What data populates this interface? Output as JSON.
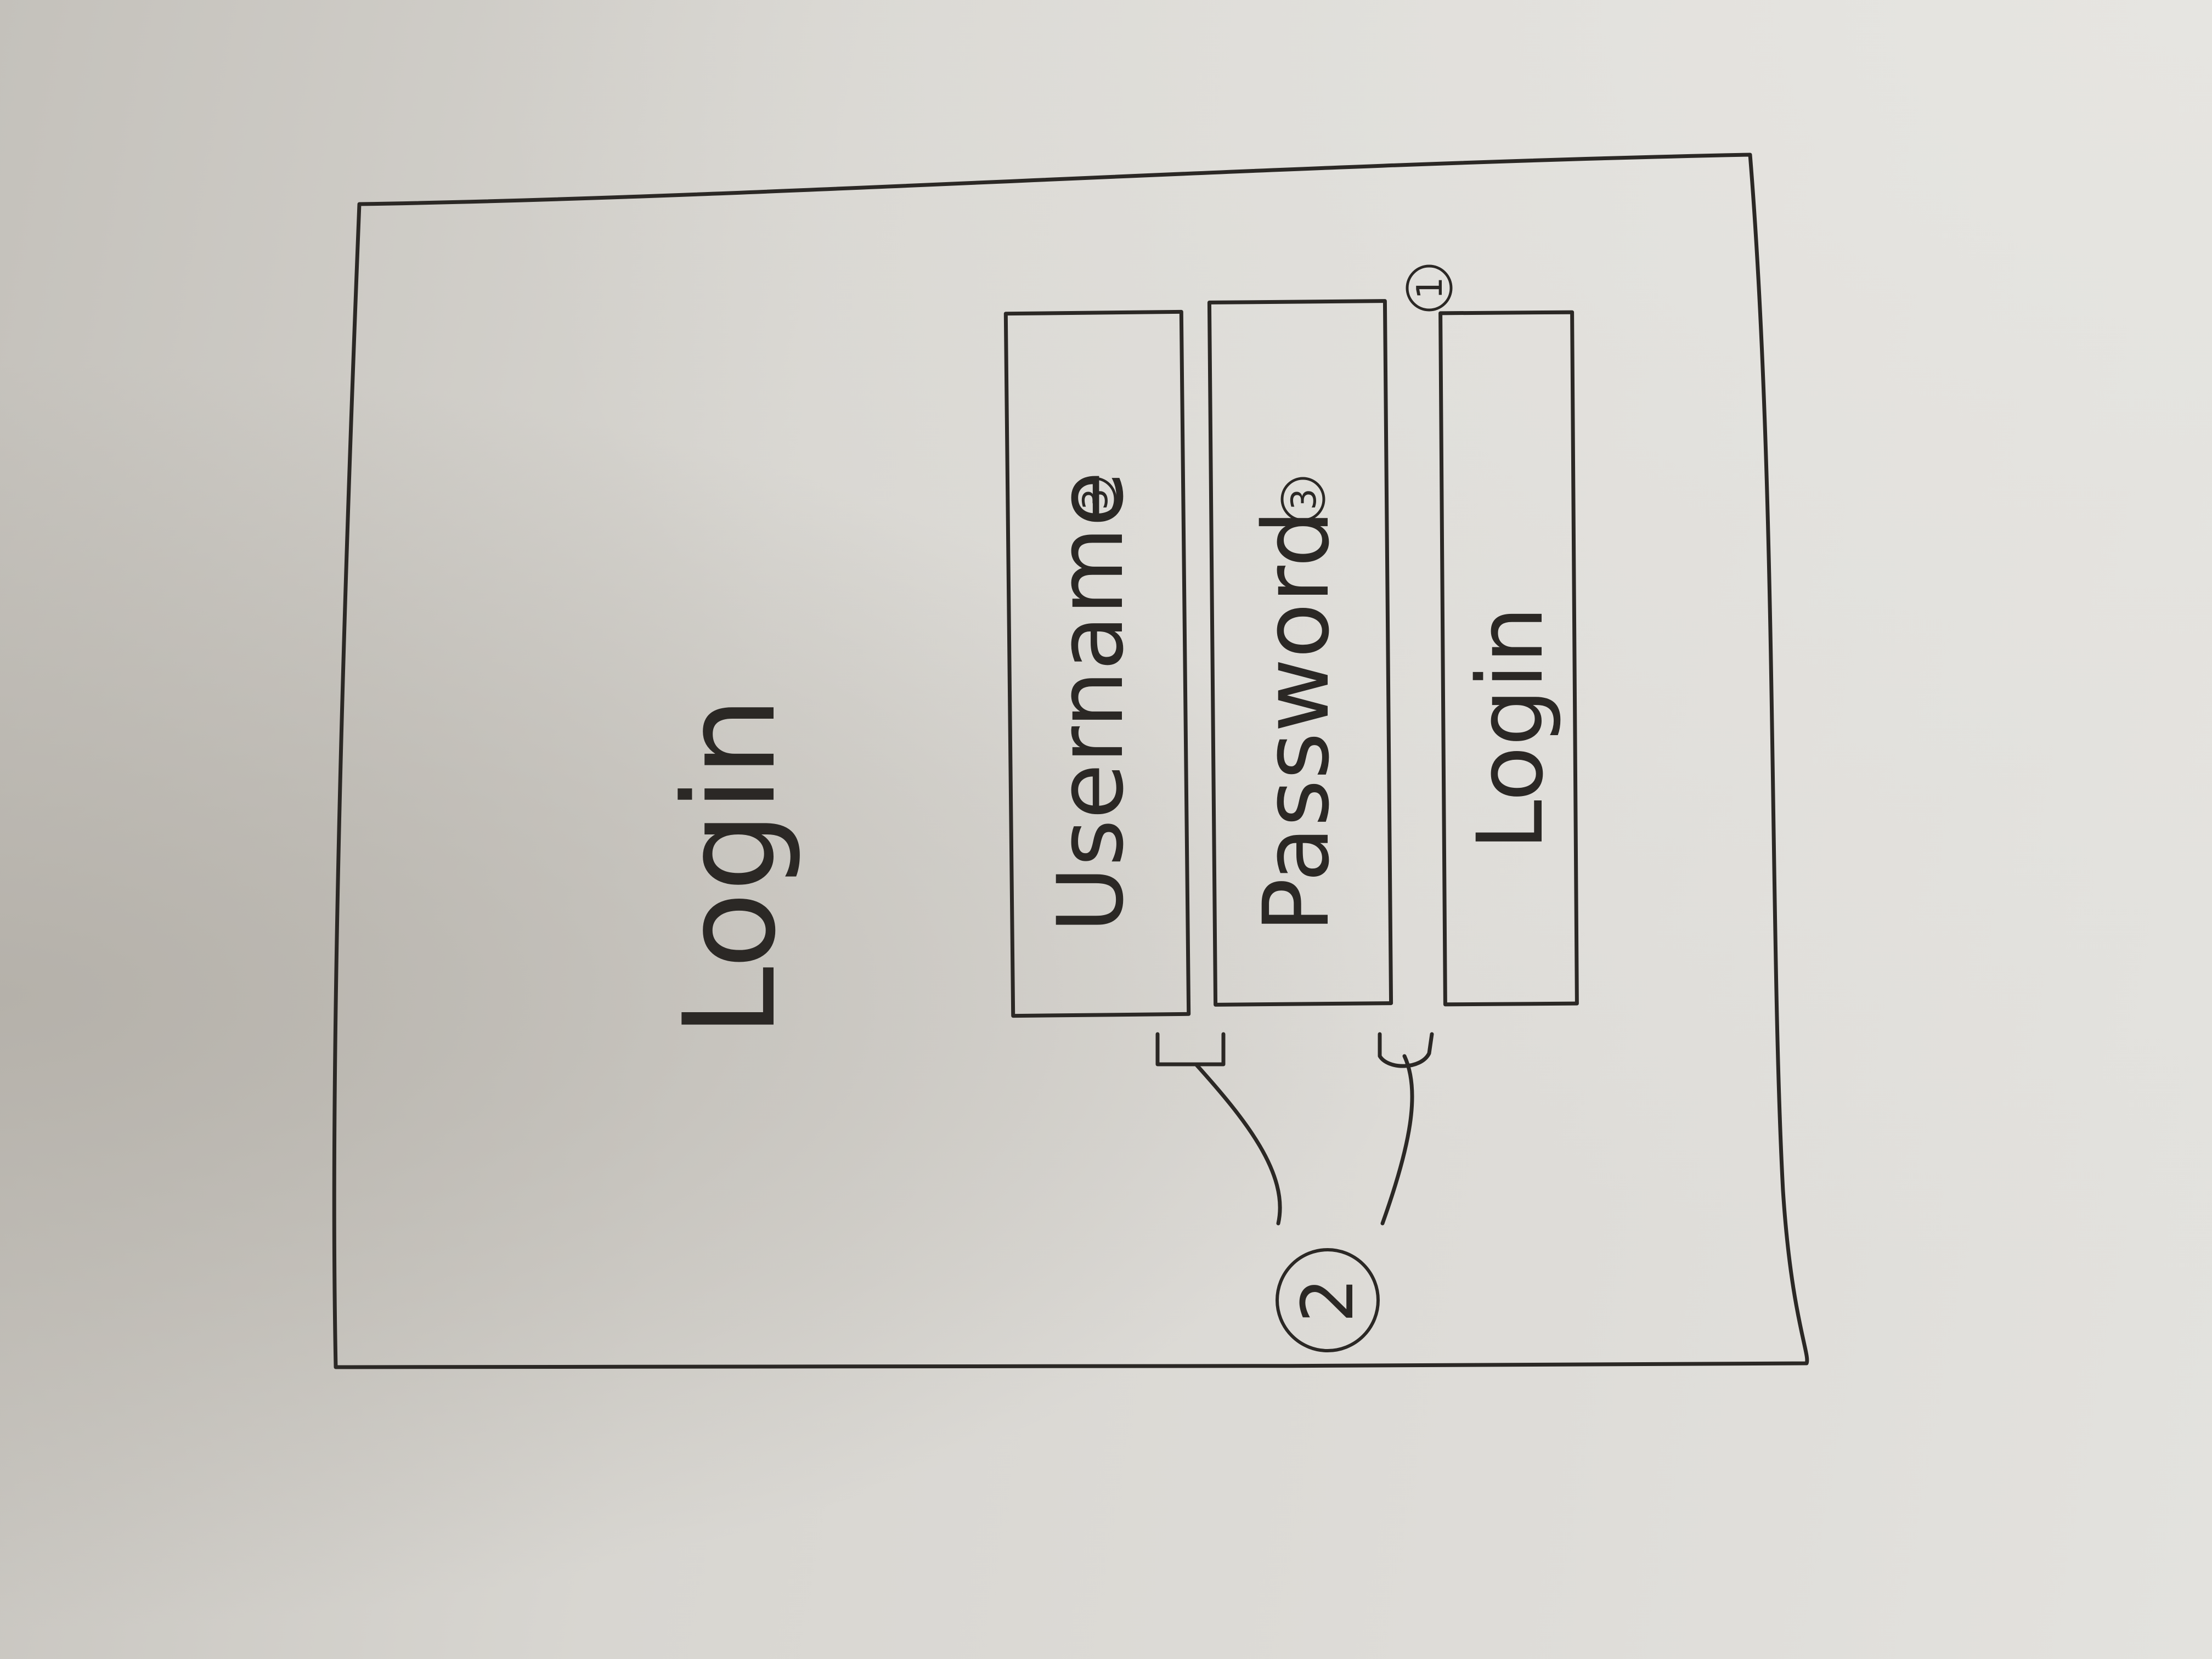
{
  "sketch": {
    "title": "Login",
    "fields": [
      {
        "label": "Username",
        "marker": "3"
      },
      {
        "label": "Password",
        "marker": "3"
      }
    ],
    "login_button": {
      "label": "Login",
      "marker": "1"
    },
    "fields_callout_marker": "2"
  },
  "ink_color": "#2b2825",
  "paper_color": "#dad8d3"
}
